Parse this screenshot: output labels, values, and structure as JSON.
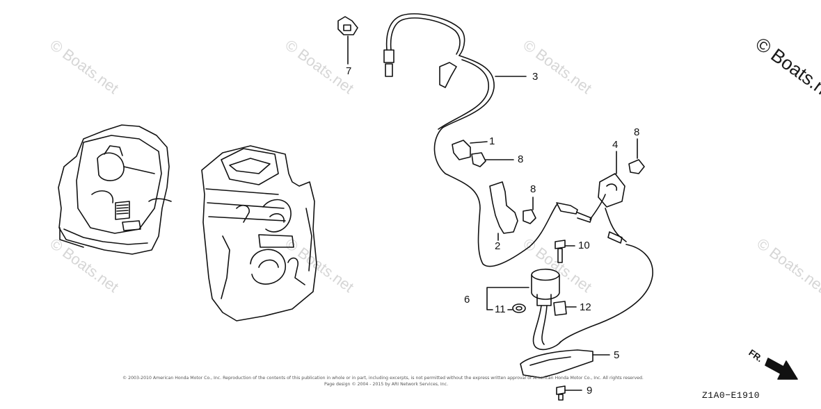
{
  "watermark": {
    "text": "© Boats.net"
  },
  "parts": [
    {
      "label": "1"
    },
    {
      "label": "2"
    },
    {
      "label": "3"
    },
    {
      "label": "4"
    },
    {
      "label": "5"
    },
    {
      "label": "6"
    },
    {
      "label": "7"
    },
    {
      "label": "8"
    },
    {
      "label": "8"
    },
    {
      "label": "8"
    },
    {
      "label": "9"
    },
    {
      "label": "10"
    },
    {
      "label": "11"
    },
    {
      "label": "12"
    }
  ],
  "direction_marker": {
    "label": "FR."
  },
  "diagram_code": "Z1A0−E1910",
  "copyright": {
    "line1": "© 2003-2010 American Honda Motor Co., Inc. Reproduction of the contents of this publication in whole or in part, including excerpts, is not permitted without the express written approval of American Honda Motor Co., Inc. All rights reserved.",
    "line2": "Page design © 2004 - 2015 by ARI Network Services, Inc."
  }
}
